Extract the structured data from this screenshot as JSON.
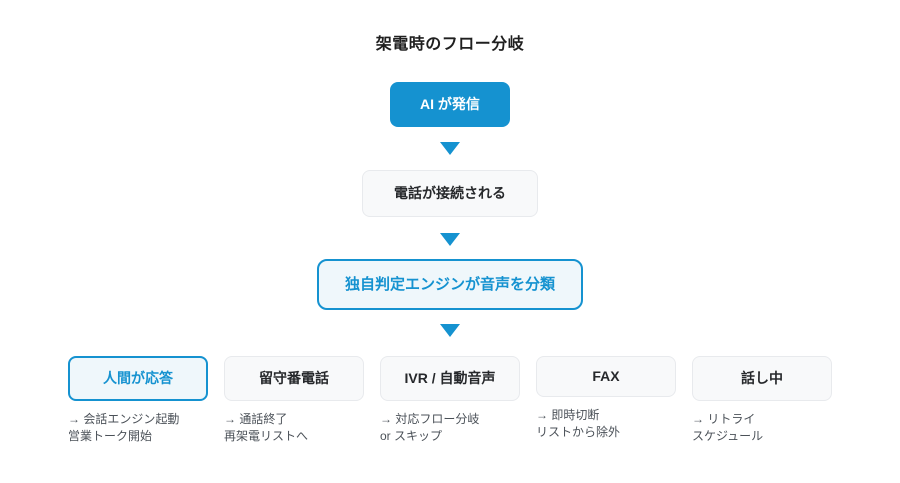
{
  "title": "架電時のフロー分岐",
  "colors": {
    "accent_blue": "#1592d0",
    "light_blue_bg": "#eff7fb",
    "gray_bg": "#f8f9fa",
    "gray_border": "#e8eaed",
    "dark_text": "#1f1f1f",
    "note_gray": "#4b5158"
  },
  "flow": {
    "start": "AI が発信",
    "connected": "電話が接続される",
    "classify": "独自判定エンジンが音声を分類"
  },
  "branches": [
    {
      "label": "人間が応答",
      "note1": "→ 会話エンジン起動",
      "note2": "営業トーク開始"
    },
    {
      "label": "留守番電話",
      "note1": "→ 通話終了",
      "note2": "再架電リストへ"
    },
    {
      "label": "IVR / 自動音声",
      "note1": "→ 対応フロー分岐",
      "note2": "or スキップ"
    },
    {
      "label": "FAX",
      "note1": "→ 即時切断",
      "note2": "リストから除外"
    },
    {
      "label": "話し中",
      "note1": "→ リトライ",
      "note2": "スケジュール"
    }
  ]
}
